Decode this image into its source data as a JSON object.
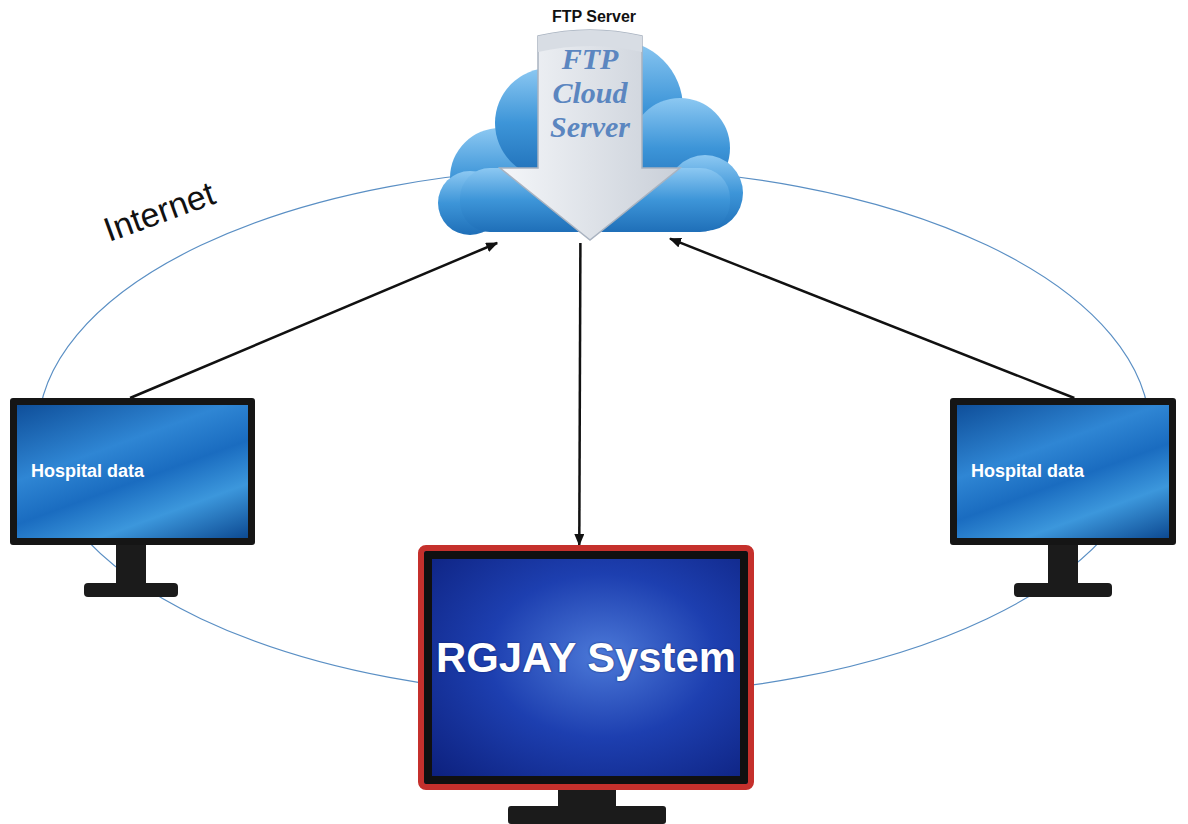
{
  "diagram": {
    "title": "FTP Server",
    "nodes": [
      {
        "text": [
          "FTP Cloud Server"
        ]
      },
      {
        "text": [
          "Hospital data"
        ]
      },
      {
        "text": [
          "Hospital data"
        ]
      },
      {
        "text": [
          "RGJAY System"
        ]
      }
    ],
    "edges": [
      {
        "from": 1,
        "to": 0,
        "arrow": "to"
      },
      {
        "from": 2,
        "to": 0,
        "arrow": "to"
      },
      {
        "from": 0,
        "to": 3,
        "arrow": "to"
      }
    ],
    "labels": [
      "Internet"
    ]
  }
}
